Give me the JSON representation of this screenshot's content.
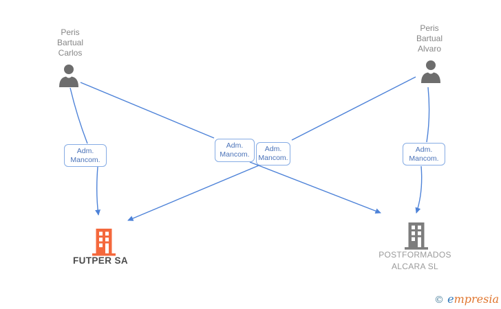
{
  "diagram_title": "company-relationship-graph",
  "persons": [
    {
      "name": "Peris Bartual Carlos",
      "display": "Peris\nBartual\nCarlos"
    },
    {
      "name": "Peris Bartual Alvaro",
      "display": "Peris\nBartual\nAlvaro"
    }
  ],
  "relationships": [
    {
      "label": "Adm.\nMancom.",
      "from": "Peris Bartual Carlos",
      "to": "FUTPER SA"
    },
    {
      "label": "Adm.\nMancom.",
      "from": "Peris Bartual Carlos",
      "to": "POSTFORMADOS ALCARA SL"
    },
    {
      "label": "Adm.\nMancom.",
      "from": "Peris Bartual Alvaro",
      "to": "FUTPER SA"
    },
    {
      "label": "Adm.\nMancom.",
      "from": "Peris Bartual Alvaro",
      "to": "POSTFORMADOS ALCARA SL"
    }
  ],
  "companies": [
    {
      "name": "FUTPER SA",
      "display": "FUTPER SA",
      "highlighted": true
    },
    {
      "name": "POSTFORMADOS ALCARA SL",
      "display": "POSTFORMADOS\nALCARA SL",
      "highlighted": false
    }
  ],
  "icons": {
    "person": "person-silhouette-icon",
    "company": "building-icon",
    "arrow": "arrowhead-icon"
  },
  "watermark": {
    "copyright": "©",
    "brand_e": "e",
    "brand_rest": "mpresia"
  },
  "colors": {
    "edge_blue": "#4d82d8",
    "person_icon_gray": "#6d6d6d",
    "relationship_border": "#85abe4",
    "relationship_text": "#4a72b8",
    "company_highlight_orange": "#f4683c",
    "company_muted_gray": "#7d7d7d",
    "person_label_gray": "#868686",
    "company_highlight_label": "#4a4a4a",
    "company_muted_label": "#9a9a9a",
    "brand_copyright": "#4a7f9c",
    "brand_e_blue": "#2e77b8",
    "brand_rest_orange": "#e0762e"
  }
}
